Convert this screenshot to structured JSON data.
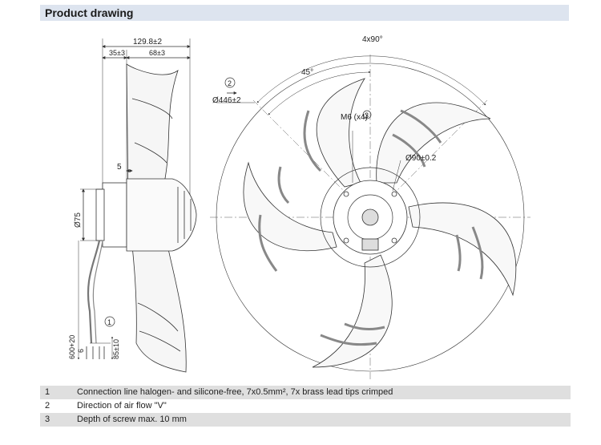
{
  "header": {
    "title": "Product drawing"
  },
  "dimensions": {
    "total_depth": "129.8±2",
    "rear_depth": "35±3",
    "front_depth": "68±3",
    "offset": "5",
    "hub_diameter": "Ø75",
    "cable_length": "600+20",
    "strip_length": "6",
    "lead_length": "85±10",
    "angle_pitch": "4x90°",
    "angle_half": "45°",
    "blade_diameter": "Ø446±2",
    "screw_thread": "M6 (x4)",
    "bolt_circle": "Ø90±0.2"
  },
  "callouts": {
    "c1": "1",
    "c2": "2",
    "c3": "3"
  },
  "legend": [
    {
      "num": "1",
      "text": "Connection line halogen- and silicone-free, 7x0.5mm², 7x brass lead tips crimped"
    },
    {
      "num": "2",
      "text": "Direction of air flow \"V\""
    },
    {
      "num": "3",
      "text": "Depth of screw max. 10 mm"
    }
  ]
}
